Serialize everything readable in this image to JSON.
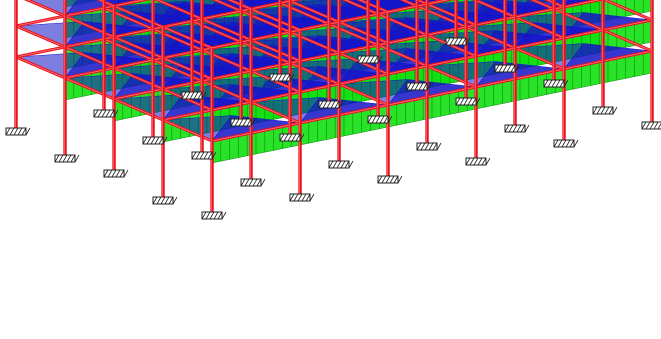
{
  "model": {
    "view": "isometric",
    "grid_x_bays": 5,
    "grid_y_bays": 4,
    "floor_levels": 4,
    "colors": {
      "background": "#ffffff",
      "frame": "#e8141c",
      "frame_light": "#ff7a86",
      "load_distributed": "#1414c8",
      "load_panel": "#12e012",
      "panel_line": "#0b8a0b",
      "support": "#222222"
    },
    "elements": [
      "columns",
      "beams",
      "slab-load-panels",
      "distributed-line-loads",
      "supports"
    ]
  }
}
